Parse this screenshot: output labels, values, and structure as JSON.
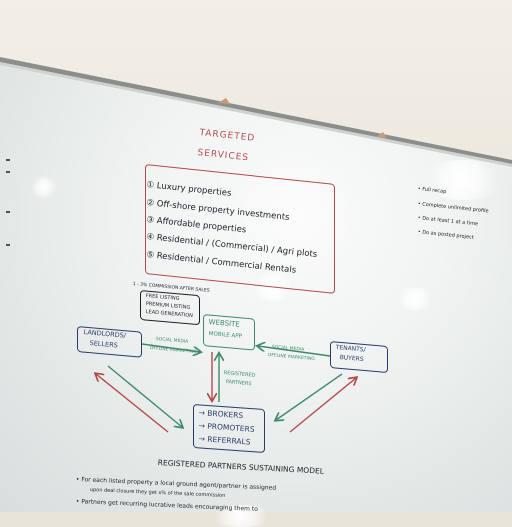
{
  "title": [
    "TARGETED",
    "SERVICES"
  ],
  "services": [
    "① Luxury properties",
    "② Off-shore property investments",
    "③ Affordable properties",
    "④ Residential / (Commercial) / Agri plots",
    "⑤ Residential / Commercial Rentals"
  ],
  "listing_note": "1 - 3% COMMISSION AFTER SALES",
  "listing_box": [
    "FREE LISTING",
    "PREMIUM LISTING",
    "LEAD GENERATION"
  ],
  "landlords": [
    "LANDLORDS/",
    "SELLERS"
  ],
  "website": [
    "WEBSITE",
    "MOBILE APP"
  ],
  "tenants": [
    "TENANTS/",
    "BUYERS"
  ],
  "left_channel": [
    "SOCIAL MEDIA",
    "OFFLINE MARKETING"
  ],
  "right_channel": [
    "SOCIAL MEDIA",
    "OFFLINE MARKETING"
  ],
  "registered": [
    "REGISTERED",
    "PARTNERS"
  ],
  "partners": [
    "→ BROKERS",
    "→ PROMOTERS",
    "→ REFERRALS"
  ],
  "model_title": "REGISTERED PARTNERS SUSTAINING MODEL",
  "model_points": [
    "• For each listed property a local ground agent/partner is assigned",
    "upon deal closure they get x% of the sale commission",
    "• Partners get recurring lucrative leads encouraging them to"
  ],
  "right_notes": [
    "• Full recap",
    "• Complete unlimited profile",
    "• Do at least 1 at a time",
    "• Do as posted project"
  ]
}
